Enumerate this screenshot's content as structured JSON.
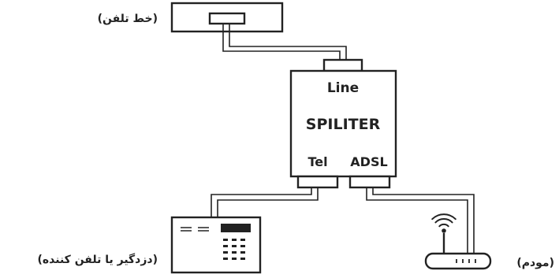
{
  "labels": {
    "phone_line": "(خط تلفن)",
    "splitter_line_port": "Line",
    "splitter_title": "SPILITER",
    "splitter_tel_port": "Tel",
    "splitter_adsl_port": "ADSL",
    "alarm_phone": "(دزدگیر یا تلفن کننده)",
    "modem": "(مودم)"
  },
  "colors": {
    "stroke": "#222222",
    "background": "#ffffff",
    "display": "#222222"
  },
  "icons": {
    "wall_socket": "wall-jack-icon",
    "alarm_panel": "alarm-keypad-icon",
    "modem": "wifi-router-icon"
  }
}
